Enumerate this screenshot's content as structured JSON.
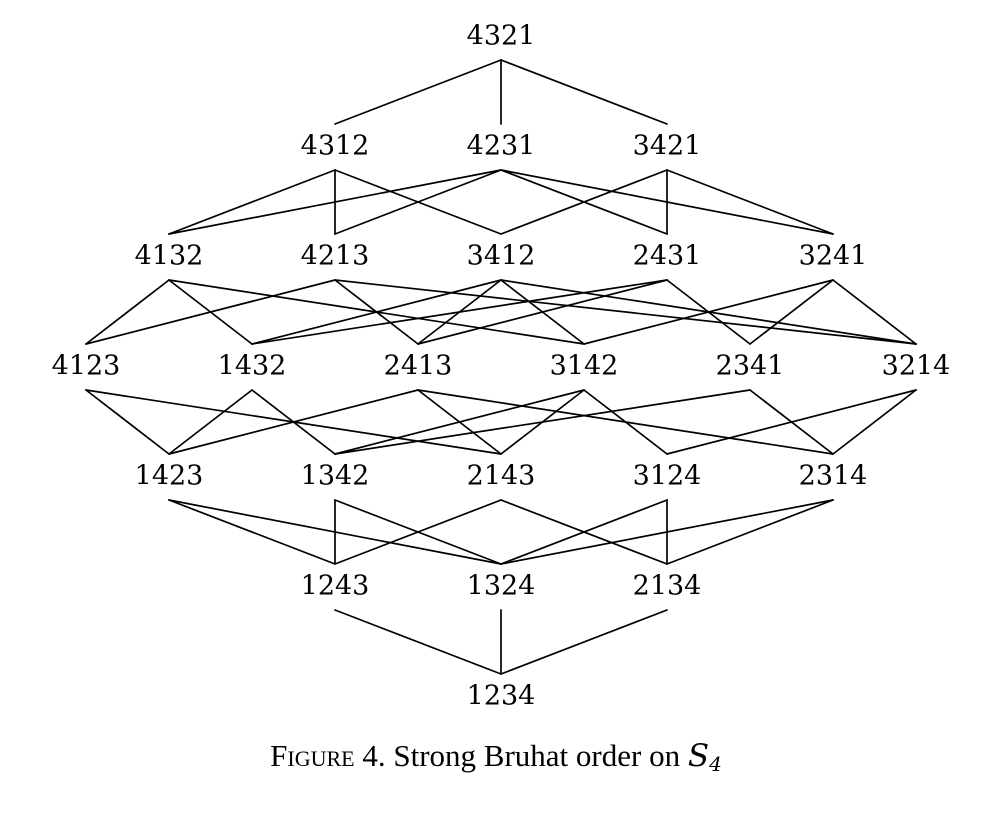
{
  "caption": {
    "label": "Figure",
    "number": "4.",
    "text": "Strong Bruhat order on",
    "symbol": "S",
    "subscript": "4"
  },
  "poset": {
    "levels": [
      [
        "4321"
      ],
      [
        "4312",
        "4231",
        "3421"
      ],
      [
        "4132",
        "4213",
        "3412",
        "2431",
        "3241"
      ],
      [
        "4123",
        "1432",
        "2413",
        "3142",
        "2341",
        "3214"
      ],
      [
        "1423",
        "1342",
        "2143",
        "3124",
        "2314"
      ],
      [
        "1243",
        "1324",
        "2134"
      ],
      [
        "1234"
      ]
    ],
    "edges": [
      [
        "4321",
        "4312"
      ],
      [
        "4321",
        "4231"
      ],
      [
        "4321",
        "3421"
      ],
      [
        "4312",
        "4132"
      ],
      [
        "4312",
        "4213"
      ],
      [
        "4312",
        "3412"
      ],
      [
        "4231",
        "4132"
      ],
      [
        "4231",
        "4213"
      ],
      [
        "4231",
        "2431"
      ],
      [
        "4231",
        "3241"
      ],
      [
        "3421",
        "3412"
      ],
      [
        "3421",
        "2431"
      ],
      [
        "3421",
        "3241"
      ],
      [
        "4132",
        "4123"
      ],
      [
        "4132",
        "1432"
      ],
      [
        "4132",
        "3142"
      ],
      [
        "4213",
        "4123"
      ],
      [
        "4213",
        "2413"
      ],
      [
        "4213",
        "3214"
      ],
      [
        "3412",
        "1432"
      ],
      [
        "3412",
        "2413"
      ],
      [
        "3412",
        "3142"
      ],
      [
        "3412",
        "3214"
      ],
      [
        "2431",
        "1432"
      ],
      [
        "2431",
        "2413"
      ],
      [
        "2431",
        "2341"
      ],
      [
        "3241",
        "3142"
      ],
      [
        "3241",
        "2341"
      ],
      [
        "3241",
        "3214"
      ],
      [
        "4123",
        "1423"
      ],
      [
        "4123",
        "2143"
      ],
      [
        "1432",
        "1423"
      ],
      [
        "1432",
        "1342"
      ],
      [
        "2413",
        "1423"
      ],
      [
        "2413",
        "2143"
      ],
      [
        "2413",
        "2314"
      ],
      [
        "3142",
        "1342"
      ],
      [
        "3142",
        "2143"
      ],
      [
        "3142",
        "3124"
      ],
      [
        "2341",
        "1342"
      ],
      [
        "2341",
        "2314"
      ],
      [
        "3214",
        "3124"
      ],
      [
        "3214",
        "2314"
      ],
      [
        "1423",
        "1243"
      ],
      [
        "1423",
        "1324"
      ],
      [
        "1342",
        "1243"
      ],
      [
        "1342",
        "1324"
      ],
      [
        "2143",
        "1243"
      ],
      [
        "2143",
        "2134"
      ],
      [
        "3124",
        "1324"
      ],
      [
        "3124",
        "2134"
      ],
      [
        "2314",
        "1324"
      ],
      [
        "2314",
        "2134"
      ],
      [
        "1243",
        "1234"
      ],
      [
        "1324",
        "1234"
      ],
      [
        "2134",
        "1234"
      ]
    ]
  }
}
